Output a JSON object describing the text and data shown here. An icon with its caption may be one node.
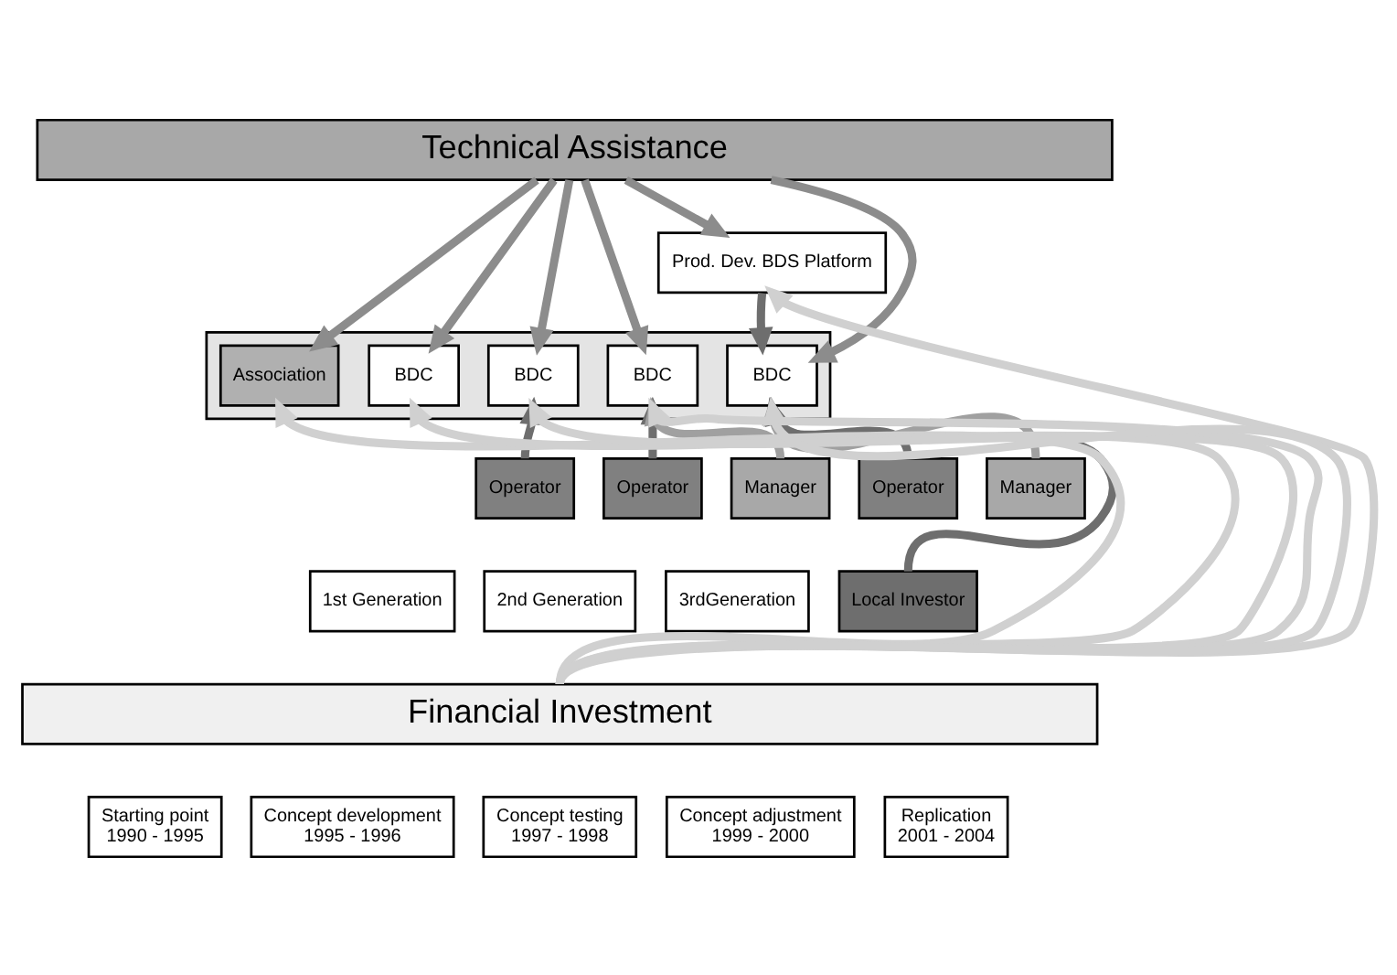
{
  "diagram": {
    "nodes": [
      {
        "text": [
          "Technical Assistance"
        ]
      },
      {
        "text": [
          "Prod. Dev. BDS Platform"
        ]
      },
      {
        "text": [],
        "shape": "box"
      },
      {
        "text": [
          "Association"
        ],
        "in": 2
      },
      {
        "text": [
          "BDC"
        ],
        "in": 2
      },
      {
        "text": [
          "BDC"
        ],
        "in": 2
      },
      {
        "text": [
          "BDC"
        ],
        "in": 2
      },
      {
        "text": [
          "BDC"
        ],
        "in": 2
      },
      {
        "text": [
          "Operator"
        ]
      },
      {
        "text": [
          "Operator"
        ]
      },
      {
        "text": [
          "Manager"
        ]
      },
      {
        "text": [
          "Operator"
        ]
      },
      {
        "text": [
          "Manager"
        ]
      },
      {
        "text": [
          "1st Generation"
        ]
      },
      {
        "text": [
          "2nd Generation"
        ]
      },
      {
        "text": [
          "3rdGeneration"
        ]
      },
      {
        "text": [
          "Local Investor"
        ]
      },
      {
        "text": [
          "Financial Investment"
        ]
      },
      {
        "text": [
          "Starting point",
          "1990 - 1995"
        ]
      },
      {
        "text": [
          "Concept development",
          "1995 - 1996"
        ]
      },
      {
        "text": [
          "Concept testing",
          "1997 - 1998"
        ]
      },
      {
        "text": [
          "Concept adjustment",
          "1999 - 2000"
        ]
      },
      {
        "text": [
          "Replication",
          "2001 - 2004"
        ]
      }
    ],
    "edges": [
      {
        "from": 0,
        "to": 3,
        "arrow": "to",
        "color": "#8c8c8c"
      },
      {
        "from": 0,
        "to": 4,
        "arrow": "to",
        "color": "#8c8c8c"
      },
      {
        "from": 0,
        "to": 5,
        "arrow": "to",
        "color": "#8c8c8c"
      },
      {
        "from": 0,
        "to": 6,
        "arrow": "to",
        "color": "#8c8c8c"
      },
      {
        "from": 0,
        "to": 7,
        "arrow": "to",
        "color": "#8c8c8c"
      },
      {
        "from": 0,
        "to": 1,
        "arrow": "to",
        "color": "#8c8c8c"
      },
      {
        "from": 1,
        "to": 7,
        "arrow": "to",
        "color": "#6e6e6e"
      },
      {
        "from": 17,
        "to": 3,
        "arrow": "to"
      },
      {
        "from": 17,
        "to": 4,
        "arrow": "to"
      },
      {
        "from": 17,
        "to": 5,
        "arrow": "to"
      },
      {
        "from": 8,
        "to": 5,
        "arrow": "to",
        "color": "#6e6e6e"
      },
      {
        "from": 9,
        "to": 6,
        "arrow": "to",
        "color": "#6e6e6e"
      },
      {
        "from": 17,
        "to": 6,
        "arrow": "to"
      },
      {
        "from": 10,
        "to": 6,
        "arrow": "to",
        "color": "#a0a0a0"
      },
      {
        "from": 17,
        "to": 1,
        "arrow": "to"
      },
      {
        "from": 11,
        "to": 7,
        "arrow": "to",
        "color": "#6e6e6e"
      },
      {
        "from": 16,
        "to": 7,
        "arrow": "to",
        "color": "#6e6e6e"
      },
      {
        "from": 12,
        "to": 7,
        "arrow": "to",
        "color": "#a0a0a0"
      },
      {
        "from": 17,
        "to": 7,
        "arrow": "to"
      }
    ]
  }
}
